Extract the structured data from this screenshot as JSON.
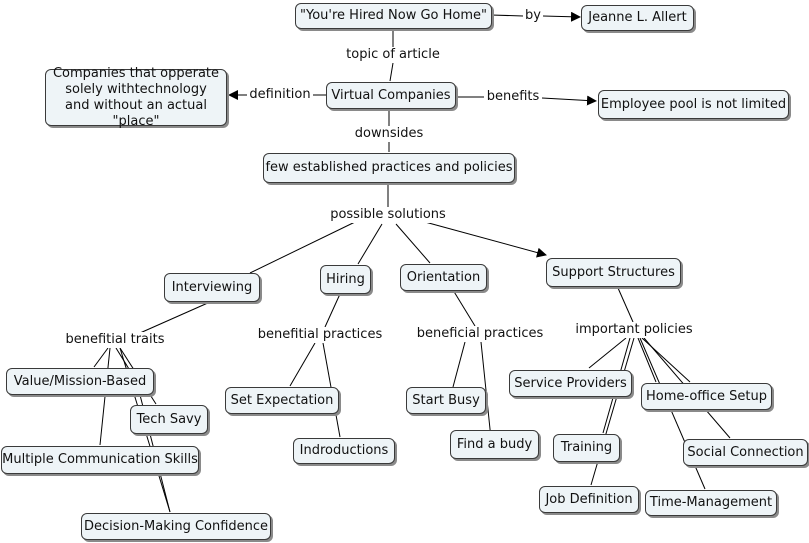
{
  "concept_map": {
    "nodes": {
      "article": "\"You're Hired Now Go Home\"",
      "author": "Jeanne L. Allert",
      "virtual": "Virtual Companies",
      "definition_text": "Companies that opperate solely withtechnology and without an actual \"place\"",
      "benefit_text": "Employee pool is not limited",
      "practices": "few established practices and policies",
      "interviewing": "Interviewing",
      "hiring": "Hiring",
      "orientation": "Orientation",
      "support": "Support Structures",
      "value": "Value/Mission-Based",
      "tech": "Tech Savy",
      "multi": "Multiple Communication Skills",
      "decision": "Decision-Making Confidence",
      "setexp": "Set Expectation",
      "intro": "Indroductions",
      "startbusy": "Start Busy",
      "buddy": "Find a budy",
      "service": "Service Providers",
      "training": "Training",
      "jobdef": "Job Definition",
      "homeoffice": "Home-office Setup",
      "social": "Social Connection",
      "time": "Time-Management"
    },
    "linking_phrases": {
      "by": "by",
      "topic": "topic of article",
      "definition": "definition",
      "benefits": "benefits",
      "downsides": "downsides",
      "solutions": "possible solutions",
      "traits": "benefitial traits",
      "bpractices": "benefitial practices",
      "opractices": "beneficial practices",
      "policies": "important policies"
    }
  }
}
